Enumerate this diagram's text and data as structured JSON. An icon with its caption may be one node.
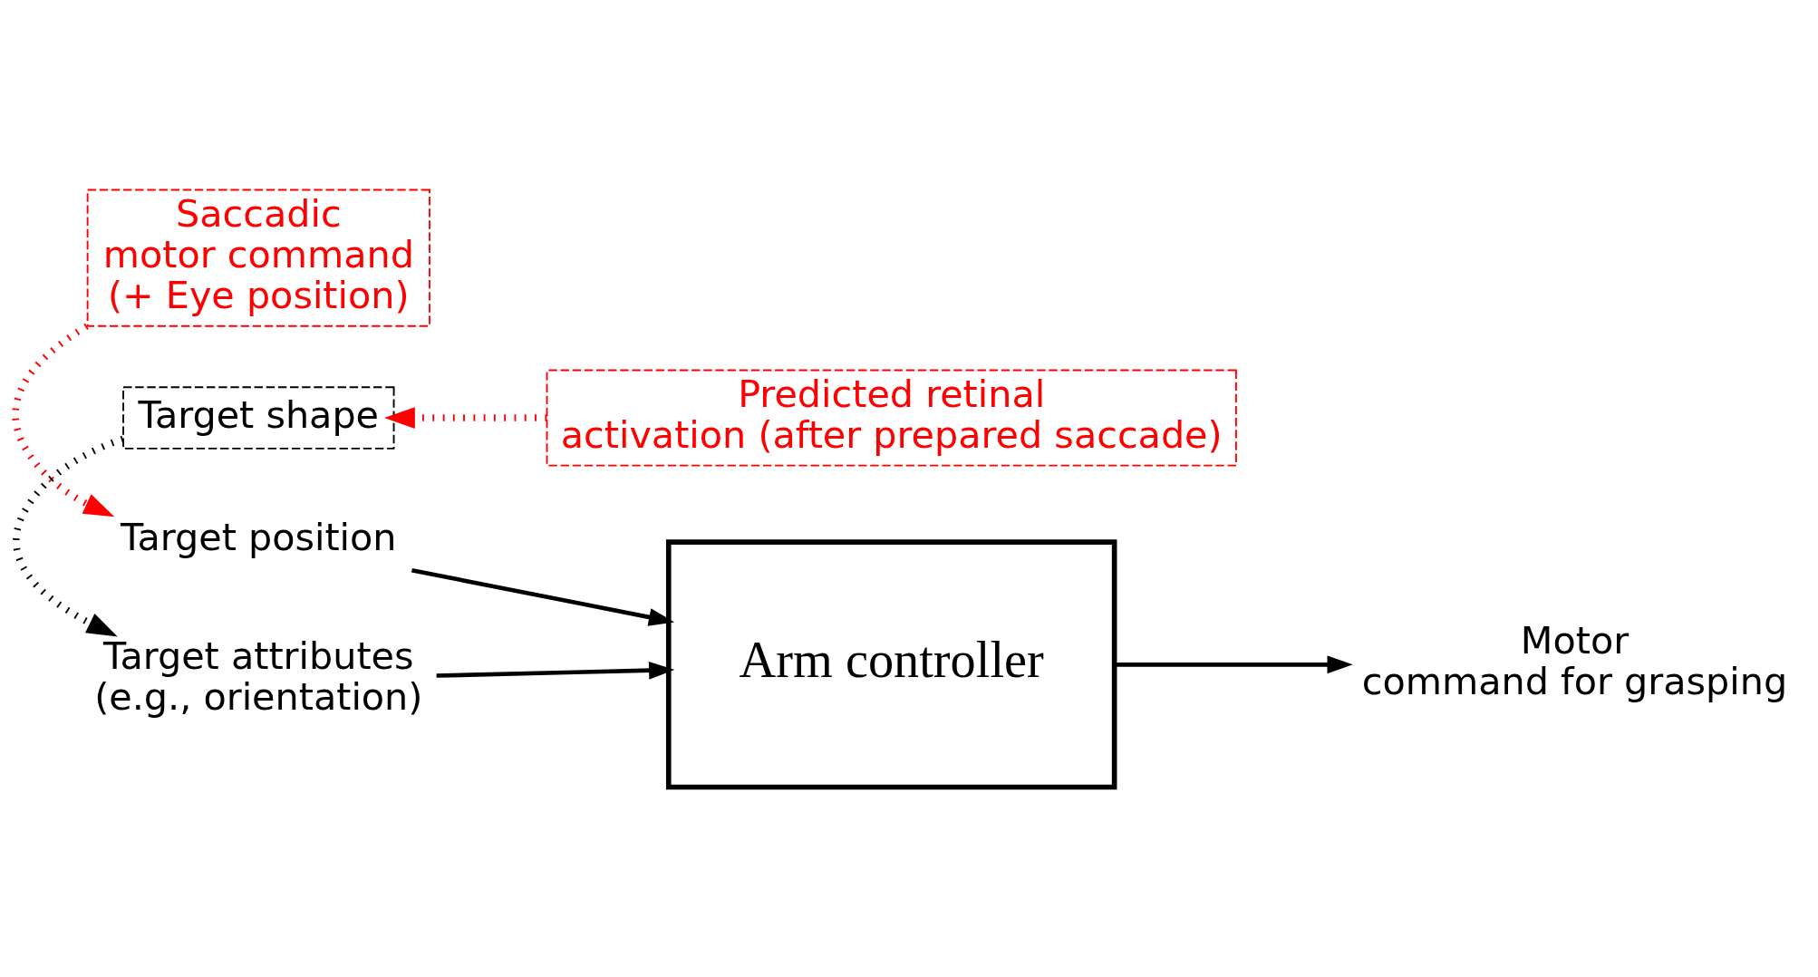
{
  "diagram": {
    "nodes": [
      {
        "text": [
          "Saccadic motor command (+ Eye position)"
        ]
      },
      {
        "text": [
          "Target position"
        ]
      },
      {
        "text": [
          "Target attributes (e.g., orientation)"
        ]
      },
      {
        "text": [
          "Arm controller"
        ]
      },
      {
        "text": [
          "Motor command for grasping"
        ]
      },
      {
        "text": [
          "Target shape"
        ]
      },
      {
        "text": [
          "Predicted retinal activation (after prepared saccade)"
        ]
      }
    ],
    "edges": [
      {
        "from": 0,
        "to": 1,
        "arrow": "to",
        "style": "dashed",
        "color": "#ff0000"
      },
      {
        "from": 1,
        "to": 3,
        "arrow": "to"
      },
      {
        "from": 2,
        "to": 3,
        "arrow": "to"
      },
      {
        "from": 3,
        "to": 4,
        "arrow": "to"
      },
      {
        "from": 5,
        "to": 2,
        "arrow": "to",
        "style": "dashed"
      },
      {
        "from": 6,
        "to": 5,
        "arrow": "to",
        "style": "dashed",
        "color": "#ff0000"
      }
    ]
  }
}
